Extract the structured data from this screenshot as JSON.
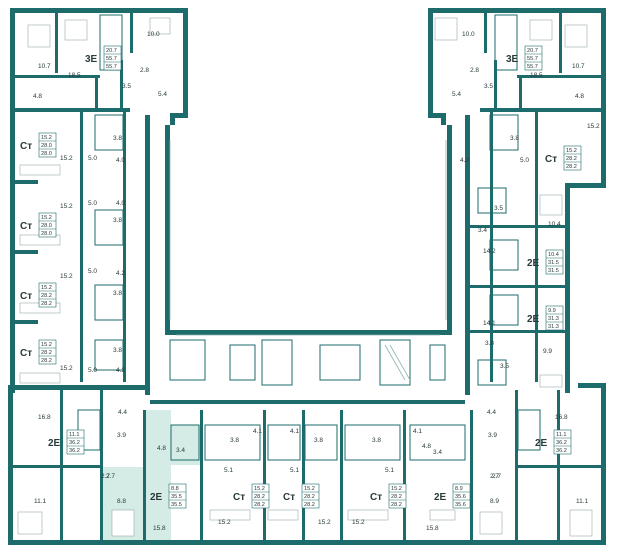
{
  "colors": {
    "wall": "#1d6b6b",
    "highlight": "#d5ebe6",
    "text": "#2a3a3a",
    "background": "#ffffff"
  },
  "apartments": [
    {
      "id": "a1",
      "type": "3Е",
      "stats": [
        "20.7",
        "55.7",
        "55.7"
      ],
      "highlight": false
    },
    {
      "id": "a2",
      "type": "3Е",
      "stats": [
        "20.7",
        "55.7",
        "55.7"
      ],
      "highlight": false
    },
    {
      "id": "a3",
      "type": "Ст",
      "stats": [
        "15.2",
        "28.0",
        "28.0"
      ],
      "highlight": false
    },
    {
      "id": "a4",
      "type": "Ст",
      "stats": [
        "15.2",
        "28.2",
        "28.2"
      ],
      "highlight": false
    },
    {
      "id": "a5",
      "type": "Ст",
      "stats": [
        "15.2",
        "28.0",
        "28.0"
      ],
      "highlight": false
    },
    {
      "id": "a6",
      "type": "2Е",
      "stats": [
        "10.4",
        "31.5",
        "31.5"
      ],
      "highlight": false
    },
    {
      "id": "a7",
      "type": "Ст",
      "stats": [
        "15.2",
        "28.2",
        "28.2"
      ],
      "highlight": false
    },
    {
      "id": "a8",
      "type": "2Е",
      "stats": [
        "9.9",
        "31.3",
        "31.3"
      ],
      "highlight": false
    },
    {
      "id": "a9",
      "type": "Ст",
      "stats": [
        "15.2",
        "28.2",
        "28.2"
      ],
      "highlight": false
    },
    {
      "id": "a10",
      "type": "2Е",
      "stats": [
        "11.1",
        "36.2",
        "36.2"
      ],
      "highlight": false
    },
    {
      "id": "a11",
      "type": "2Е",
      "stats": [
        "11.1",
        "36.2",
        "36.2"
      ],
      "highlight": false
    },
    {
      "id": "a12",
      "type": "2Е",
      "stats": [
        "8.8",
        "35.5",
        "35.5"
      ],
      "highlight": true
    },
    {
      "id": "a13",
      "type": "Ст",
      "stats": [
        "15.2",
        "28.2",
        "28.2"
      ],
      "highlight": false
    },
    {
      "id": "a14",
      "type": "Ст",
      "stats": [
        "15.2",
        "28.2",
        "28.2"
      ],
      "highlight": false
    },
    {
      "id": "a15",
      "type": "Ст",
      "stats": [
        "15.2",
        "28.2",
        "28.2"
      ],
      "highlight": false
    },
    {
      "id": "a16",
      "type": "2Е",
      "stats": [
        "8.9",
        "35.6",
        "35.6"
      ],
      "highlight": false
    }
  ],
  "room_areas": [
    "10.0",
    "10.7",
    "18.5",
    "2.8",
    "5.4",
    "4.8",
    "3.5",
    "10.0",
    "10.7",
    "18.5",
    "2.8",
    "5.4",
    "4.8",
    "3.5",
    "15.2",
    "5.0",
    "4.0",
    "3.8",
    "15.2",
    "4.2",
    "5.0",
    "3.8",
    "15.2",
    "5.0",
    "4.0",
    "3.8",
    "3.5",
    "10.4",
    "3.4",
    "15.2",
    "5.0",
    "4.2",
    "3.8",
    "14.2",
    "15.2",
    "5.0",
    "4.2",
    "3.8",
    "14.1",
    "3.8",
    "9.9",
    "3.5",
    "16.8",
    "4.4",
    "3.9",
    "2.7",
    "11.1",
    "16.8",
    "4.4",
    "3.9",
    "2.7",
    "11.1",
    "4.8",
    "3.4",
    "3.8",
    "4.1",
    "5.1",
    "15.2",
    "4.1",
    "3.8",
    "5.1",
    "15.2",
    "3.8",
    "4.1",
    "5.1",
    "15.2",
    "4.8",
    "3.4",
    "15.8",
    "2.7",
    "8.8",
    "15.8",
    "2.7",
    "8.9"
  ]
}
